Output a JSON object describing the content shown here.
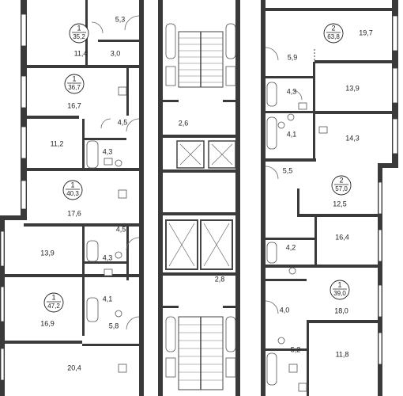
{
  "apartments": [
    {
      "id": "apt-a",
      "rooms": "1",
      "area": "35,2"
    },
    {
      "id": "apt-b",
      "rooms": "1",
      "area": "36,7"
    },
    {
      "id": "apt-c",
      "rooms": "1",
      "area": "40,3"
    },
    {
      "id": "apt-d",
      "rooms": "1",
      "area": "47,2"
    },
    {
      "id": "apt-e",
      "rooms": "2",
      "area": "63,8"
    },
    {
      "id": "apt-f",
      "rooms": "2",
      "area": "57,0"
    },
    {
      "id": "apt-g",
      "rooms": "1",
      "area": "39,0"
    }
  ],
  "room_areas": [
    "5,3",
    "11,4",
    "3,0",
    "16,7",
    "4,5",
    "11,2",
    "4,3",
    "17,6",
    "4,5",
    "13,9",
    "4,3",
    "4,1",
    "16,9",
    "5,8",
    "20,4",
    "2,6",
    "2,8",
    "19,7",
    "5,9",
    "4,3",
    "13,9",
    "4,1",
    "14,3",
    "5,5",
    "12,5",
    "16,4",
    "4,2",
    "4,0",
    "18,0",
    "5,2",
    "11,8"
  ]
}
